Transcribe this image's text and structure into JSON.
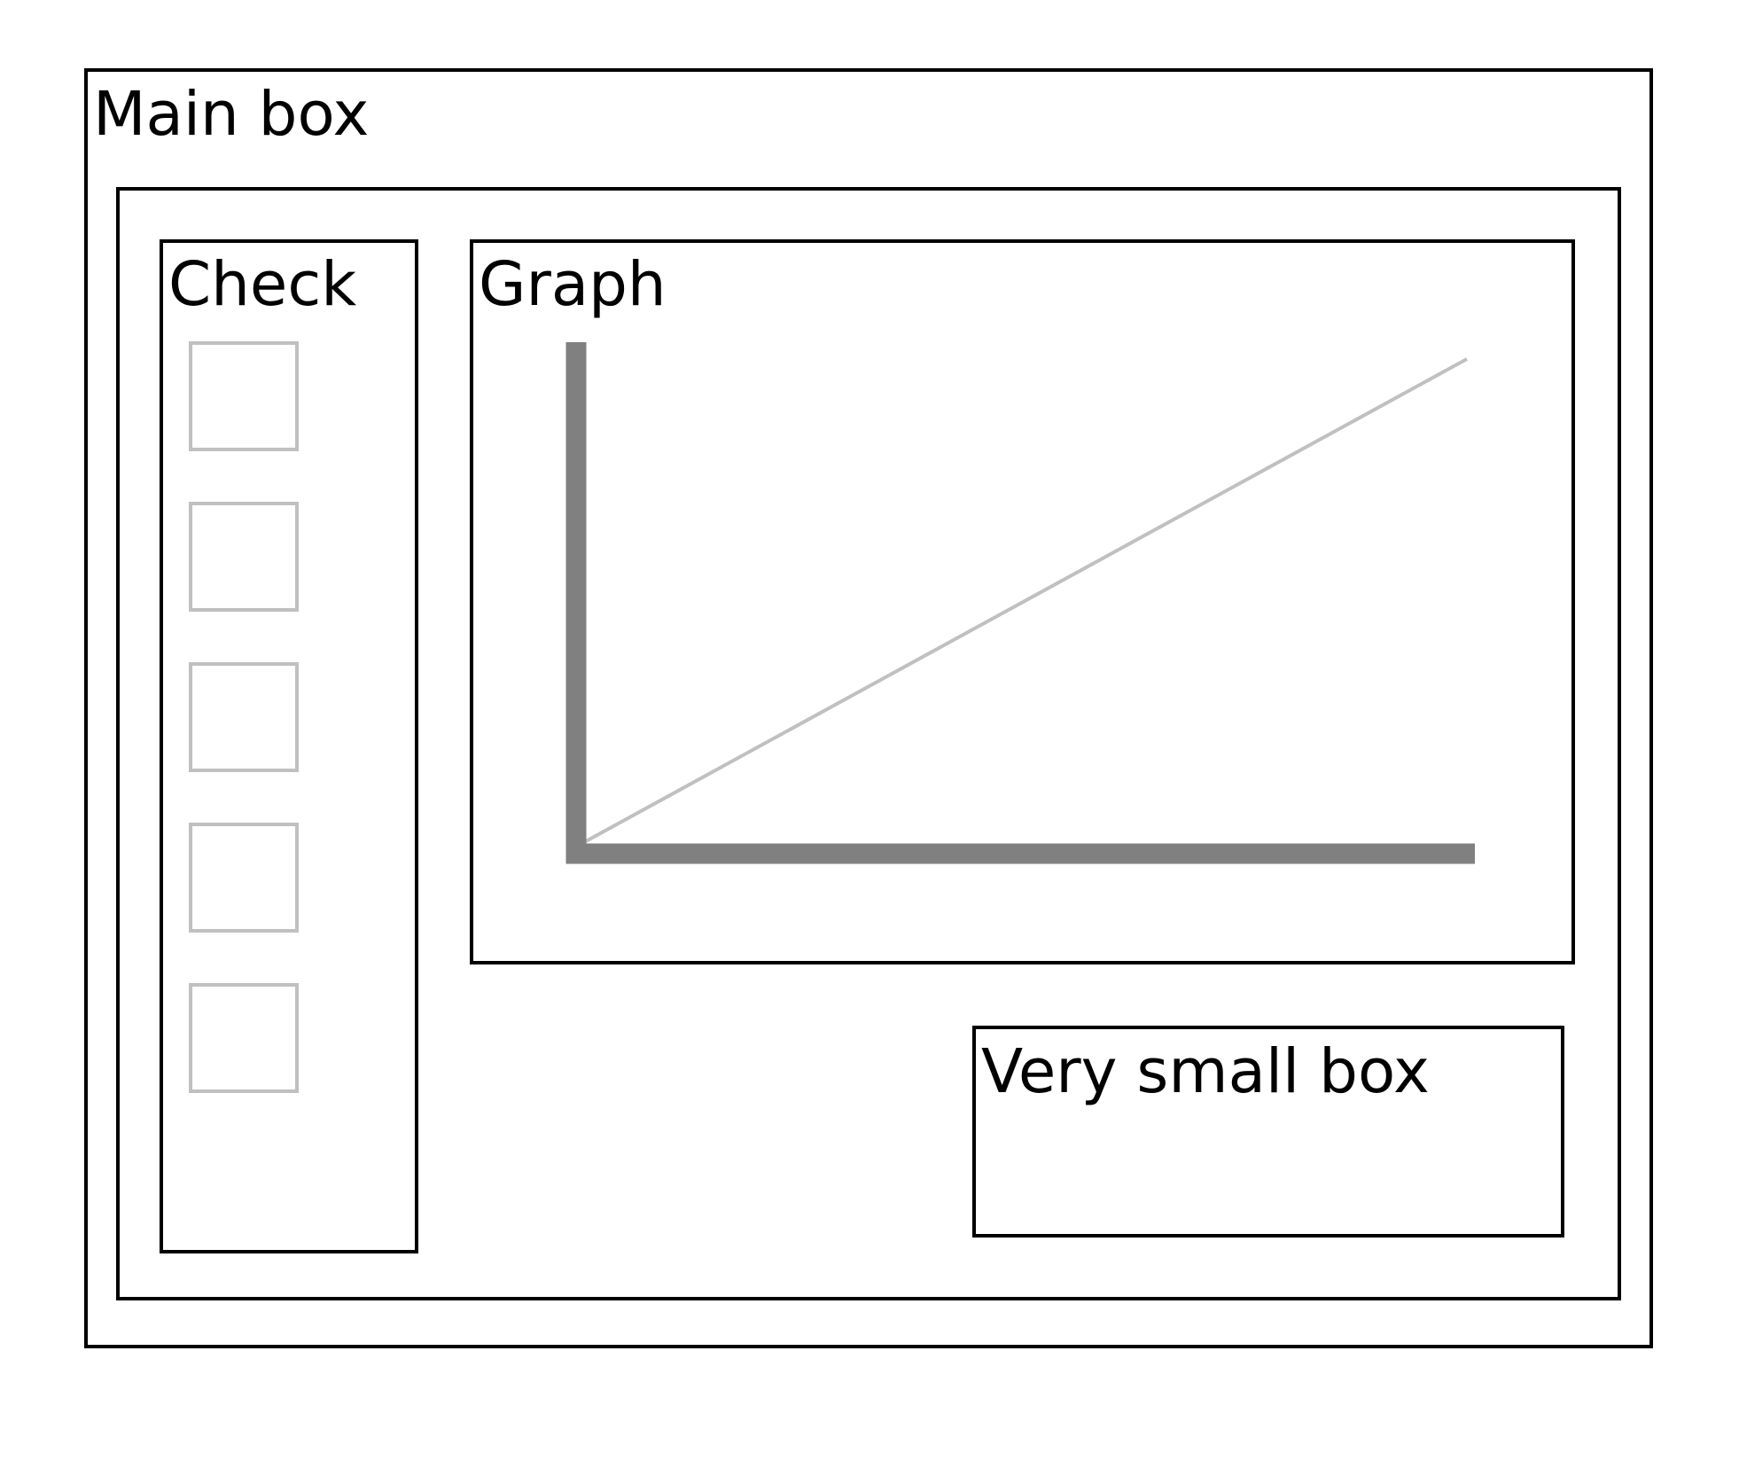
{
  "main_box": {
    "label": "Main box"
  },
  "check_panel": {
    "label": "Check",
    "checkboxes": [
      {
        "checked": false
      },
      {
        "checked": false
      },
      {
        "checked": false
      },
      {
        "checked": false
      },
      {
        "checked": false
      }
    ]
  },
  "graph_panel": {
    "label": "Graph",
    "colors": {
      "axis": "#808080",
      "line": "#c0c0c0"
    }
  },
  "small_box": {
    "label": "Very small box"
  },
  "colors": {
    "border": "#000000",
    "checkbox_border": "#c0c0c0",
    "background": "#ffffff"
  }
}
